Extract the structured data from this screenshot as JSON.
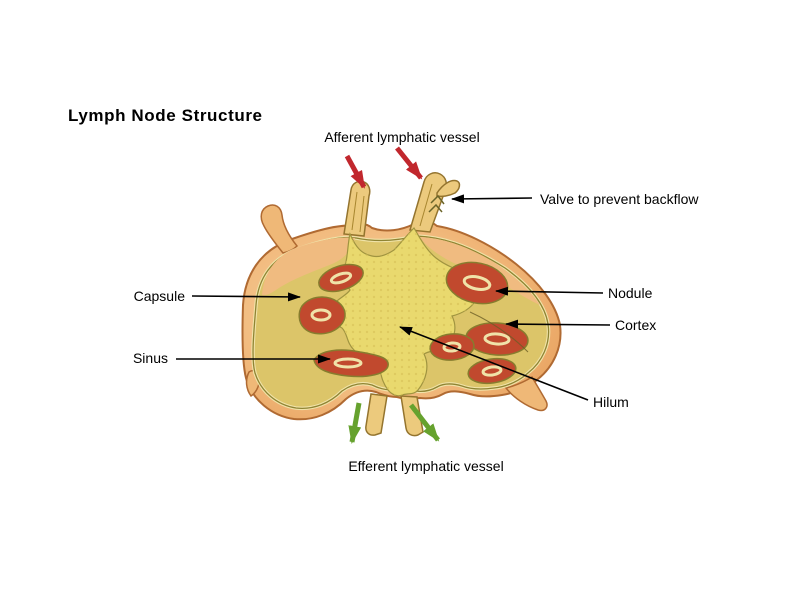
{
  "title": "Lymph Node Structure",
  "labels": {
    "afferent": "Afferent lymphatic vessel",
    "valve": "Valve to prevent backflow",
    "capsule": "Capsule",
    "sinus": "Sinus",
    "nodule": "Nodule",
    "cortex": "Cortex",
    "hilum": "Hilum",
    "efferent": "Efferent lymphatic vessel"
  },
  "colors": {
    "afferent_arrow": "#c1272d",
    "efferent_arrow": "#66a22e",
    "pointer_line": "#000000",
    "label_text": "#000000",
    "body_fill": "#f1b97c",
    "body_edge": "#b06a32",
    "cortex_fill": "#dcc569",
    "outline_olive": "#8f8433",
    "medulla_fill": "#e9d96e",
    "nodule_fill": "#c1492e",
    "cream_band": "#f0e3a9",
    "vessel_fill": "#ecca7d"
  }
}
